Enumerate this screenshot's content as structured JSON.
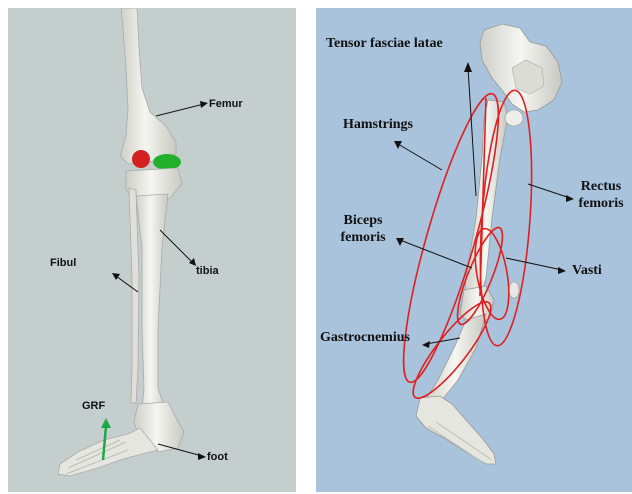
{
  "left_figure": {
    "labels": {
      "femur": "Femur",
      "fibula": "Fibul",
      "tibia": "tibia",
      "grf": "GRF",
      "foot": "foot"
    },
    "colors": {
      "background": "#c4cfcd",
      "bone": "#ecebe6",
      "medial_contact": "#d42020",
      "lateral_contact": "#22b02a",
      "grf_arrow": "#1aa84a"
    }
  },
  "right_figure": {
    "labels": {
      "tensor_fasciae_latae": "Tensor fasciae latae",
      "hamstrings": "Hamstrings",
      "rectus_femoris_line1": "Rectus",
      "rectus_femoris_line2": "femoris",
      "biceps_femoris_line1": "Biceps",
      "biceps_femoris_line2": "femoris",
      "vasti": "Vasti",
      "gastrocnemius": "Gastrocnemius"
    },
    "colors": {
      "background": "#a9c3dd",
      "bone": "#ecebe6",
      "muscle_outline": "#e02020"
    }
  }
}
